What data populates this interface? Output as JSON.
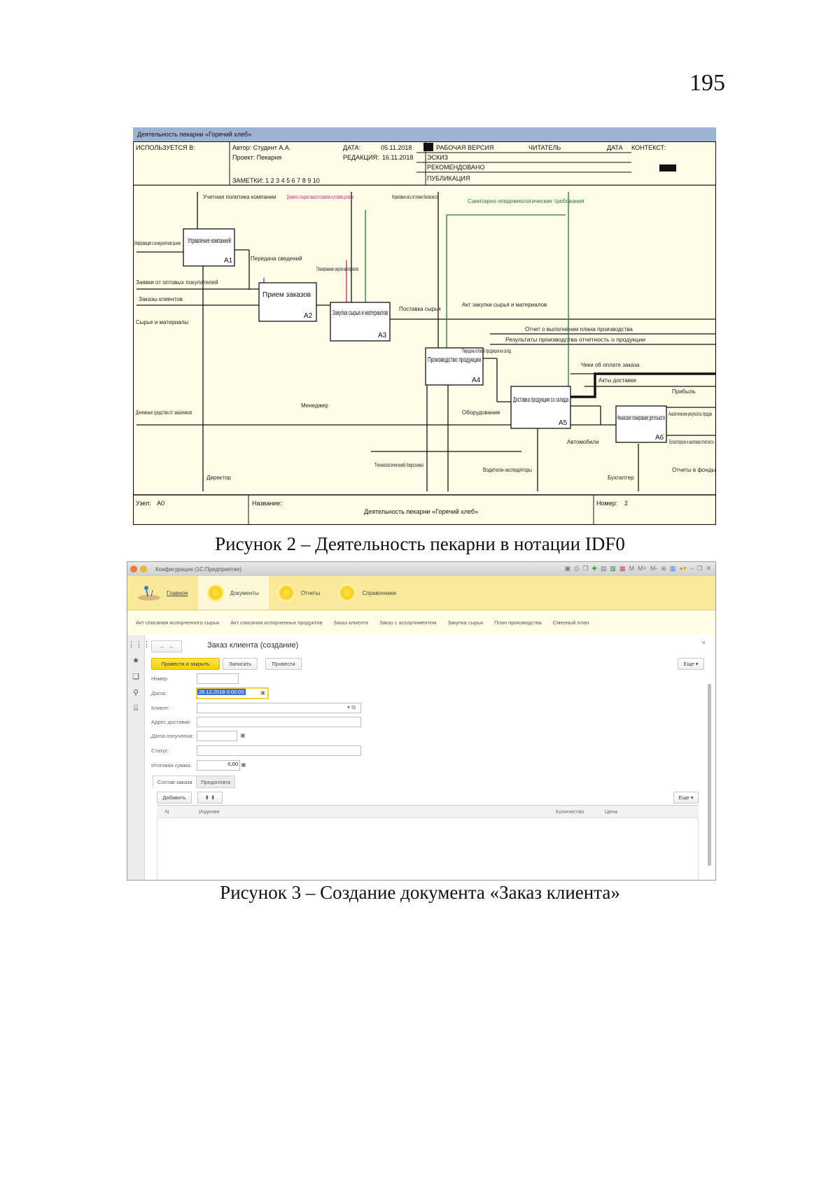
{
  "page_number": "195",
  "figure2": {
    "caption": "Рисунок 2 – Деятельность пекарни в нотации IDF0",
    "window_title": "Деятельность пекарни «Горячий хлеб»",
    "header": {
      "used_at_label": "ИСПОЛЬЗУЕТСЯ В:",
      "author": "Автор: Студент А.А.",
      "project": "Проект: Пекарня",
      "date_label": "ДАТА:",
      "date_value": "05.11.2018",
      "revision_label": "РЕДАКЦИЯ:",
      "revision_value": "16.11.2018",
      "notes": "ЗАМЕТКИ: 1 2 3 4 5 6 7 8 9 10",
      "status_working": "РАБОЧАЯ ВЕРСИЯ",
      "status_draft": "ЭСКИЗ",
      "status_recommended": "РЕКОМЕНДОВАНО",
      "status_published": "ПУБЛИКАЦИЯ",
      "reader_label": "ЧИТАТЕЛЬ",
      "reader_date_label": "ДАТА",
      "context": "КОНТЕКСТ:"
    },
    "boxes": [
      {
        "id": "A1",
        "label": "Управление компанией"
      },
      {
        "id": "A2",
        "label": "Прием заказов"
      },
      {
        "id": "A3",
        "label": "Закупка сырья и материалов"
      },
      {
        "id": "A4",
        "label": "Производство продукции"
      },
      {
        "id": "A5",
        "label": "Доставка продукции со склада"
      },
      {
        "id": "A6",
        "label": "Финансовое планирование деятельности"
      }
    ],
    "arrow_labels": {
      "inputs": [
        "Информация о конкурентном рынке",
        "Заявки от оптовых покупателей",
        "Заказы клиентов",
        "Сырье и материалы",
        "Денежные средства от заказчиков"
      ],
      "controls": [
        "Учетная политика компании",
        "Документы о выдаче заказа по правилам и условиям договора",
        "Нормативные акты по технике безопасности",
        "Санитарно-эпидемиологические требования"
      ],
      "internal": [
        "Передача сведений",
        "Планирование закупки материалов",
        "Поставка сырья",
        "Акт закупки сырья и материалов",
        "Передача готовой продукции на склад"
      ],
      "outputs": [
        "Отчет о выполнении плана производства",
        "Результаты производства отчетность о продукции",
        "Чеки об оплате заказа",
        "Акты доставки",
        "Прибыль",
        "Аналитические результаты продаж",
        "Бухгалтерская и налоговая отчетность",
        "Отчеты в фонды"
      ],
      "mechanisms": [
        "Менеджер",
        "Оборудование",
        "Автомобили",
        "Директор",
        "Технологический персонал",
        "Водители-экспедиторы",
        "Бухгалтер"
      ]
    },
    "footer": {
      "node_label": "Узел:",
      "node_value": "A0",
      "name_label": "Название:",
      "name_value": "Деятельность пекарни «Горячий хлеб»",
      "number_label": "Номер:",
      "number_value": "2"
    }
  },
  "figure3": {
    "caption": "Рисунок 3 – Создание документа «Заказ клиента»",
    "window": {
      "title": "Конфигурация (1С:Предприятие)",
      "sections": [
        {
          "label": "Главное",
          "icon": "home-desk-icon"
        },
        {
          "label": "Документы",
          "icon": "sun-icon"
        },
        {
          "label": "Отчеты",
          "icon": "sun-icon"
        },
        {
          "label": "Справочники",
          "icon": "sun-icon"
        }
      ],
      "nav_links": [
        "Акт списания испорченного сырья",
        "Акт списания испорченных продуктов",
        "Заказ клиента",
        "Заказ с ассортиментом",
        "Закупка сырья",
        "План производства",
        "Сменный план"
      ],
      "toolbar_icons": [
        "save-icon",
        "print-icon",
        "copy-icon",
        "add-icon",
        "doc-icon",
        "table-icon",
        "calendar-icon",
        "m-icon",
        "mplus-icon",
        "mminus-icon",
        "zoom-icon",
        "panel-icon",
        "info-icon",
        "minimize-icon",
        "restore-icon",
        "close-icon"
      ]
    },
    "form": {
      "title": "Заказ клиента (создание)",
      "buttons": {
        "post_and_close": "Провести и закрыть",
        "write": "Записать",
        "post": "Провести",
        "more": "Еще"
      },
      "fields": [
        {
          "label": "Номер",
          "value": ""
        },
        {
          "label": "Дата:",
          "value": "26.12.2018  0:00:00"
        },
        {
          "label": "Клиент:",
          "value": ""
        },
        {
          "label": "Адрес доставки:",
          "value": ""
        },
        {
          "label": "Дата получения:",
          "value": ""
        },
        {
          "label": "Статус:",
          "value": ""
        },
        {
          "label": "Итоговая сумма:",
          "value": "0,00"
        }
      ],
      "tabs": [
        "Состав заказа",
        "Предоплата"
      ],
      "table": {
        "add_button": "Добавить",
        "more_button": "Еще",
        "columns": [
          "N",
          "Изделие",
          "Количество",
          "Цена"
        ],
        "rows": []
      }
    }
  }
}
